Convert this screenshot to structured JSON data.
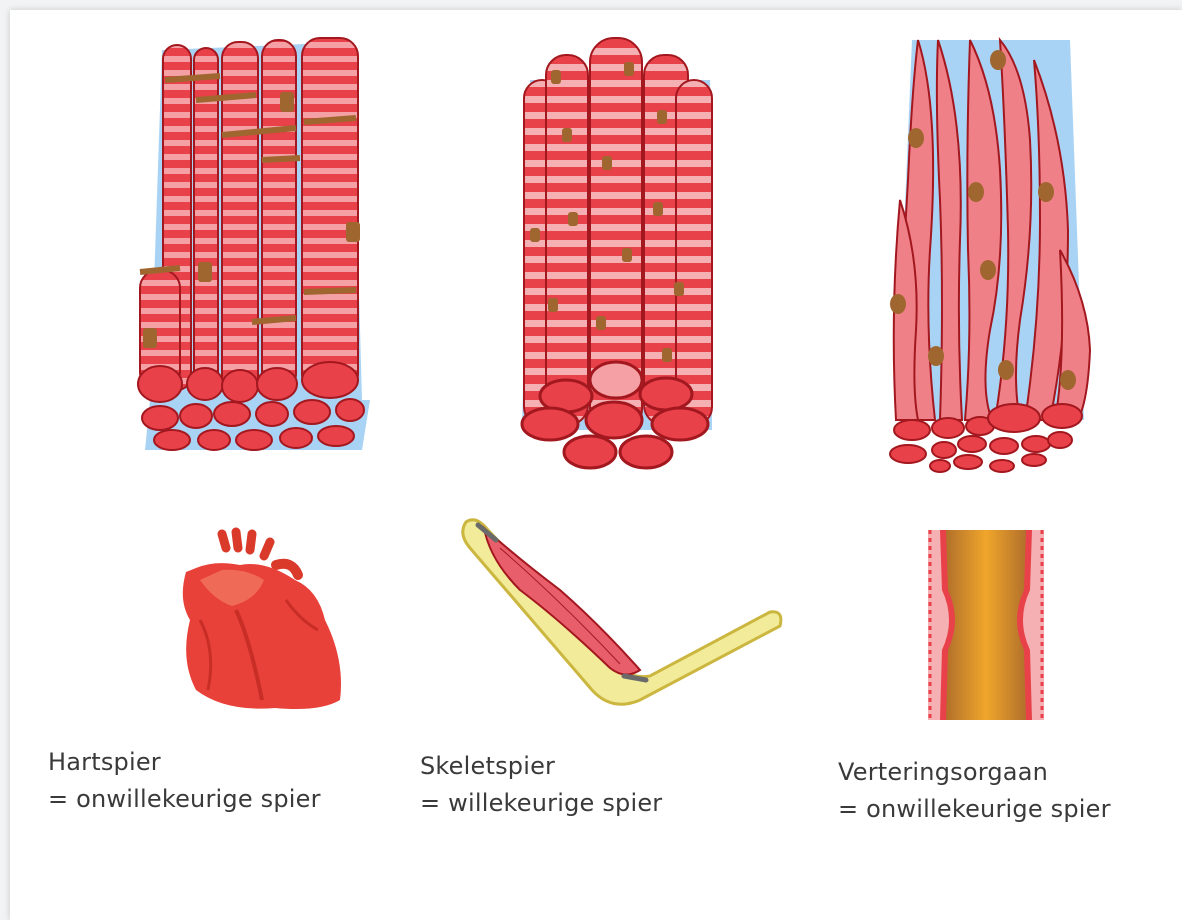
{
  "captions": [
    {
      "name": "Hartspier",
      "line1": "Hartspier",
      "line2": "= onwillekeurige spier"
    },
    {
      "name": "Skeletspier",
      "line1": "Skeletspier",
      "line2": "= willekeurige spier"
    },
    {
      "name": "Verteringsorgaan",
      "line1": "Verteringsorgaan",
      "line2": "= onwillekeurige spier"
    }
  ],
  "colors": {
    "muscle": "#e8414a",
    "muscle_light": "#f4a0a4",
    "fluid": "#a9d3f5",
    "nucleus": "#a0662f",
    "bone": "#f2eb99",
    "gut_fill": "#e8a33a"
  }
}
